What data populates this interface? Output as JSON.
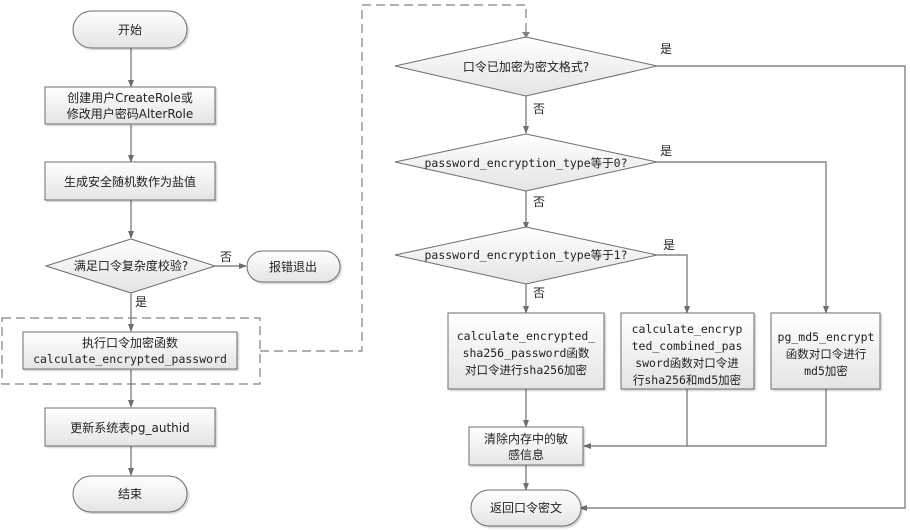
{
  "diagram": {
    "title": "Password encryption flowchart",
    "colors": {
      "stroke": "#6e6e6e",
      "fill_top": "#ffffff",
      "fill_bottom": "#e6e6e6",
      "text": "#222222",
      "dashed": "#808080"
    },
    "left_flow": {
      "start": "开始",
      "create_role": [
        "创建用户CreateRole或",
        "修改用户密码AlterRole"
      ],
      "gen_salt": "生成安全随机数作为盐值",
      "complexity_check": "满足口令复杂度校验?",
      "error_exit": "报错退出",
      "complexity_no": "否",
      "complexity_yes": "是",
      "exec_encrypt": [
        "执行口令加密函数",
        "calculate_encrypted_password"
      ],
      "update_table": "更新系统表pg_authid",
      "end": "结束"
    },
    "right_flow": {
      "already_encrypted": "口令已加密为密文格式?",
      "already_yes": "是",
      "already_no": "否",
      "type_eq_0": "password_encryption_type等于0?",
      "type0_yes": "是",
      "type0_no": "否",
      "type_eq_1": "password_encryption_type等于1?",
      "type1_yes": "是",
      "type1_no": "否",
      "sha256_box": [
        "calculate_encrypted_",
        "sha256_password函数",
        "对口令进行sha256加密"
      ],
      "combined_box": [
        "calculate_encryp",
        "ted_combined_pas",
        "sword函数对口令进",
        "行sha256和md5加密"
      ],
      "md5_box": [
        "pg_md5_encrypt",
        "函数对口令进行",
        "md5加密"
      ],
      "clear_memory": [
        "清除内存中的敏",
        "感信息"
      ],
      "return_cipher": "返回口令密文"
    }
  }
}
